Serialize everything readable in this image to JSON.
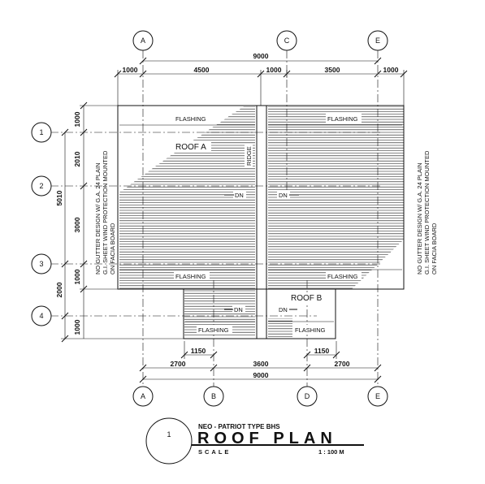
{
  "grid_bubbles": {
    "top": [
      "A",
      "C",
      "E"
    ],
    "bottom": [
      "A",
      "B",
      "D",
      "E"
    ],
    "left": [
      "1",
      "2",
      "3",
      "4"
    ]
  },
  "dimensions": {
    "top_overall": "9000",
    "top_segments": [
      "1000",
      "4500",
      "1000",
      "3500",
      "1000"
    ],
    "bottom_small": [
      "1150",
      "1150"
    ],
    "bottom_segments": [
      "2700",
      "3600",
      "2700"
    ],
    "bottom_overall": "9000",
    "left_inner": [
      "1000",
      "2010",
      "3000",
      "1000",
      "1000"
    ],
    "left_outer": [
      "5010",
      "2000"
    ]
  },
  "labels": {
    "flashing": "FLASHING",
    "roof_a": "ROOF  A",
    "roof_b": "ROOF  B",
    "ridge": "RIDGE",
    "dn": "DN"
  },
  "notes": {
    "line1": "NO GUTTER DESIGN W/ G.A. 24 PLAIN",
    "line2": "G.I. SHEET WIND PROTECTION MOUNTED",
    "line3": "ON FACIA BOARD"
  },
  "title_block": {
    "number": "1",
    "subtitle": "NEO - PATRIOT TYPE BHS",
    "title": "ROOF  PLAN",
    "scale_label": "SCALE",
    "scale_value": "1 : 100   M"
  }
}
